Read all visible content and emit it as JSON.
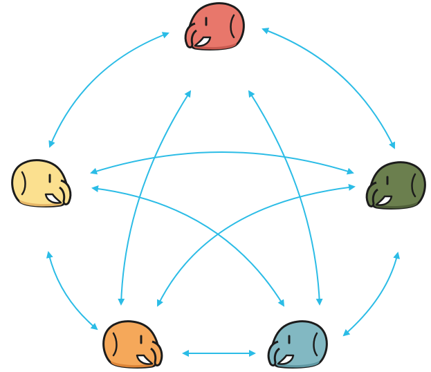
{
  "diagram": {
    "type": "network",
    "arrow_color": "#2bbce6",
    "outline_color": "#1c1c1c",
    "nodes": [
      {
        "id": "top",
        "icon": "mastodon-mascot-icon",
        "color": "#e8776b",
        "shade": "#c85a50"
      },
      {
        "id": "upper-left",
        "icon": "mastodon-mascot-icon",
        "color": "#fbe08f",
        "shade": "#e6b768"
      },
      {
        "id": "upper-right",
        "icon": "mastodon-mascot-icon",
        "color": "#6b7f4e",
        "shade": "#4f5f39"
      },
      {
        "id": "lower-left",
        "icon": "mastodon-mascot-icon",
        "color": "#f5a85a",
        "shade": "#dd8538"
      },
      {
        "id": "lower-right",
        "icon": "mastodon-mascot-icon",
        "color": "#82b8c2",
        "shade": "#5f98a3"
      }
    ],
    "connections": [
      {
        "from": "top",
        "to": "upper-left",
        "direction": "both"
      },
      {
        "from": "top",
        "to": "upper-right",
        "direction": "both"
      },
      {
        "from": "top",
        "to": "lower-left",
        "direction": "both"
      },
      {
        "from": "top",
        "to": "lower-right",
        "direction": "both"
      },
      {
        "from": "upper-left",
        "to": "upper-right",
        "direction": "both"
      },
      {
        "from": "upper-left",
        "to": "lower-right",
        "direction": "both"
      },
      {
        "from": "upper-right",
        "to": "lower-left",
        "direction": "both"
      },
      {
        "from": "upper-left",
        "to": "lower-left",
        "direction": "both"
      },
      {
        "from": "upper-right",
        "to": "lower-right",
        "direction": "both"
      },
      {
        "from": "lower-left",
        "to": "lower-right",
        "direction": "both"
      }
    ]
  }
}
